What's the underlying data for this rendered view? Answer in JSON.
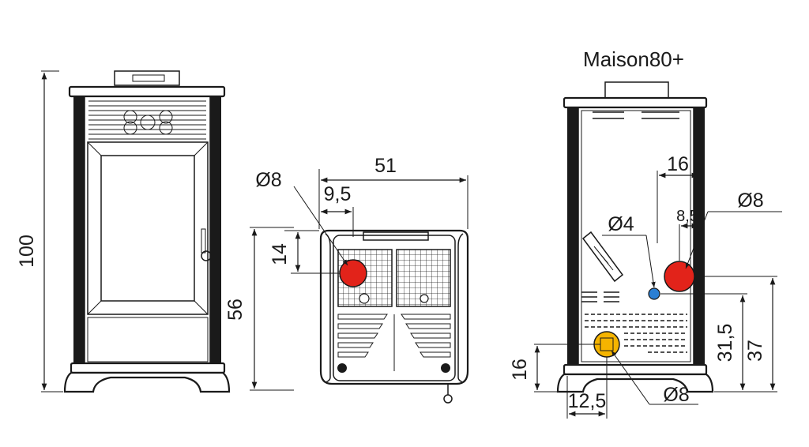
{
  "title": "Maison80+",
  "colors": {
    "outlet_red": "#e2231a",
    "inlet_yellow": "#f5b400",
    "air_blue": "#2a7fd4",
    "line": "#1a1a1a"
  },
  "front_view": {
    "height_label": "100"
  },
  "side_view": {
    "width_label": "51",
    "offset_label": "9,5",
    "diameter_label": "Ø8",
    "height_offset_label": "14",
    "height_label": "56"
  },
  "rear_view": {
    "horizontal_offset_label": "16",
    "outlet_offset_label": "8,5",
    "outlet_diameter_label": "Ø8",
    "air_diameter_label": "Ø4",
    "air_height_label": "31,5",
    "outlet_height_label": "37",
    "inlet_height_label": "16",
    "inlet_offset_label": "12,5",
    "inlet_diameter_label": "Ø8"
  }
}
